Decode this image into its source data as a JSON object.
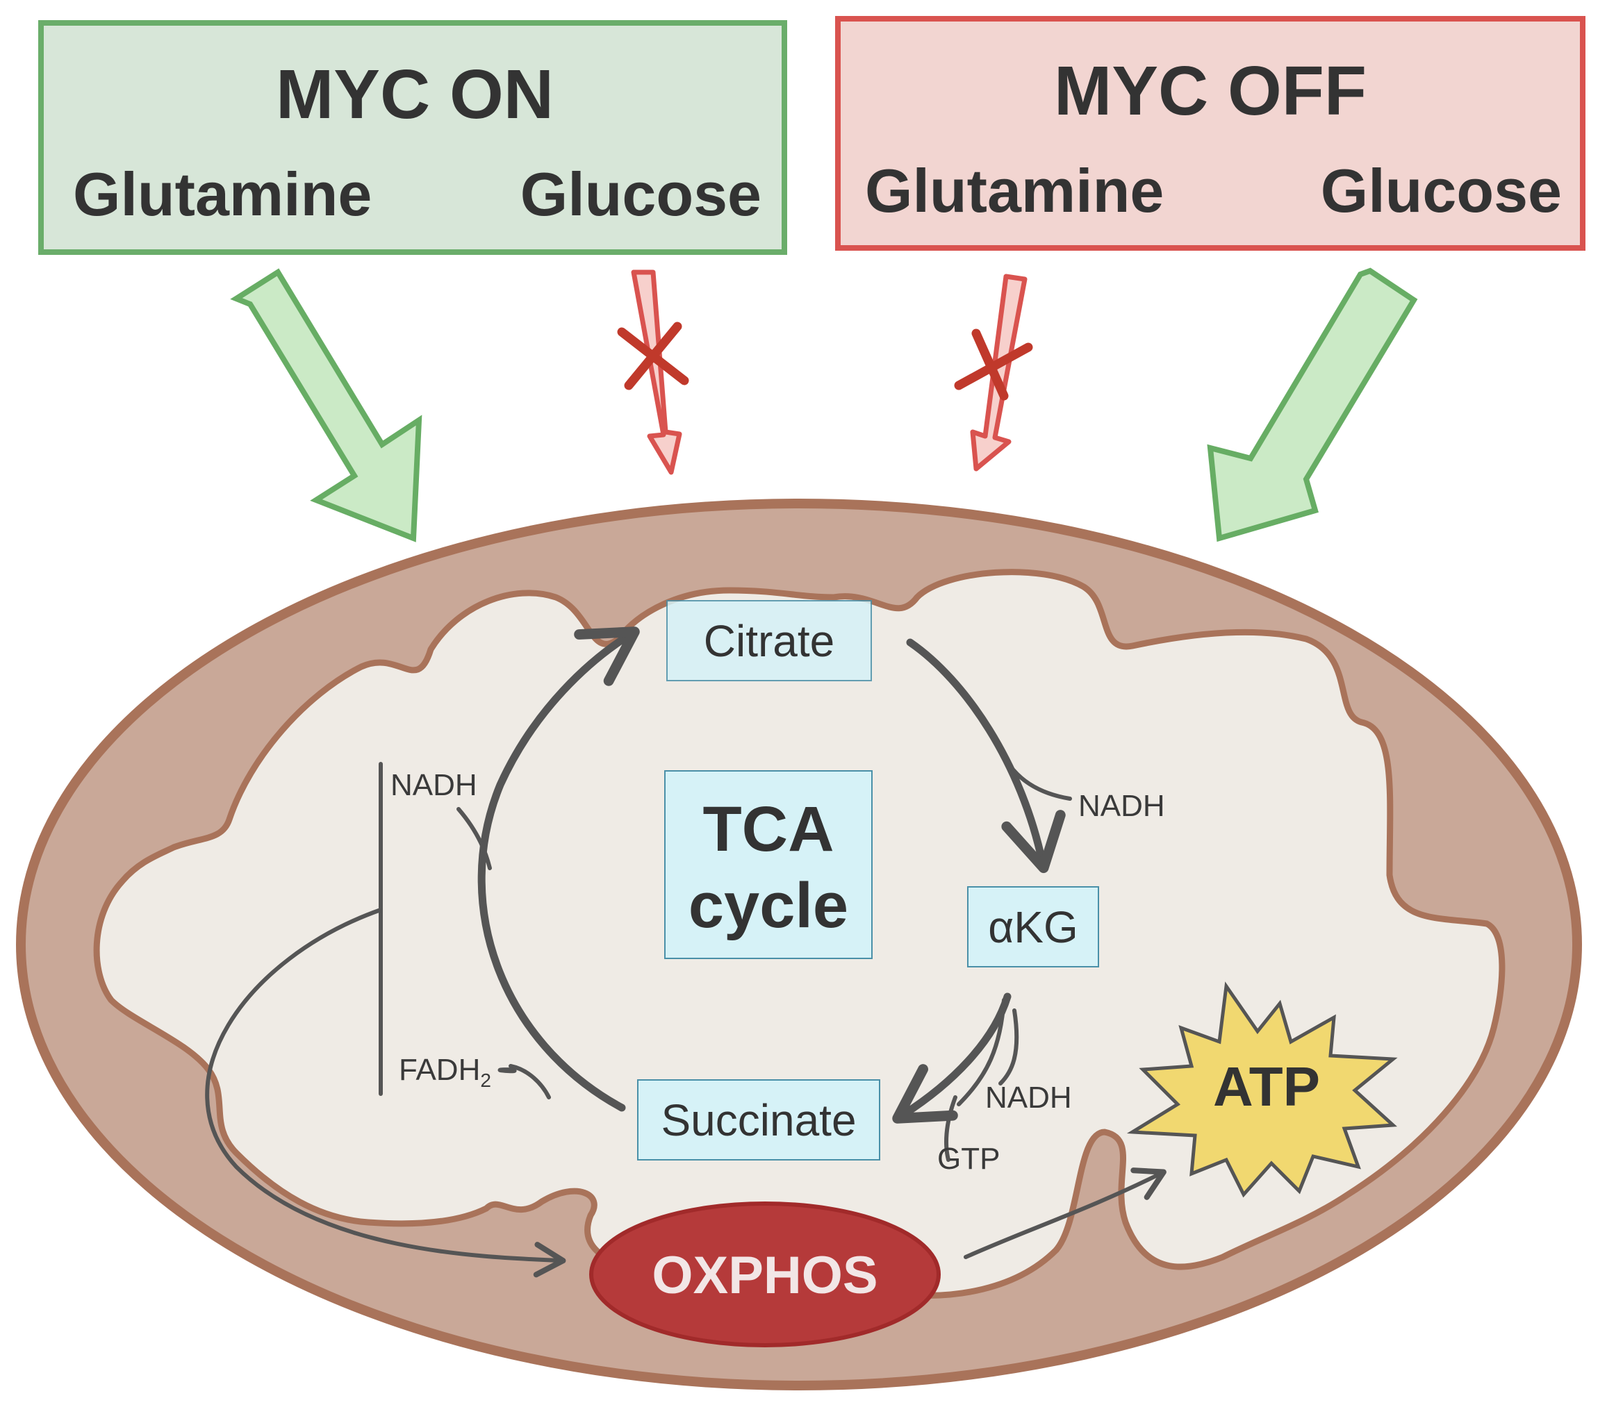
{
  "panels": {
    "myc_on": {
      "title": "MYC ON",
      "left_nutrient": "Glutamine",
      "right_nutrient": "Glucose"
    },
    "myc_off": {
      "title": "MYC OFF",
      "left_nutrient": "Glutamine",
      "right_nutrient": "Glucose"
    }
  },
  "tca": {
    "center_line1": "TCA",
    "center_line2": "cycle",
    "citrate": "Citrate",
    "akg": "αKG",
    "succinate": "Succinate",
    "nadh_citrate_akg": "NADH",
    "nadh_akg_succinate": "NADH",
    "gtp": "GTP",
    "nadh_left": "NADH",
    "fadh2_base": "FADH",
    "fadh2_sub": "2"
  },
  "oxphos": "OXPHOS",
  "atp": "ATP",
  "colors": {
    "on_fill": "#d7e6d8",
    "on_border": "#6aad6a",
    "off_fill": "#f2d5d1",
    "off_border": "#d9534f",
    "green_arrow_fill": "#cbeac6",
    "green_arrow_stroke": "#67ad64",
    "red_arrow": "#d9534f",
    "blocked_x": "#c0392b",
    "mito_outer": "#a9735a",
    "mito_membrane": "#c9a898",
    "mito_matrix": "#efebe5",
    "metabolite_box": "#d6f2f7",
    "metabolite_border": "#4a90a8",
    "oxphos_fill": "#b53a3a",
    "atp_fill": "#f1d870"
  }
}
